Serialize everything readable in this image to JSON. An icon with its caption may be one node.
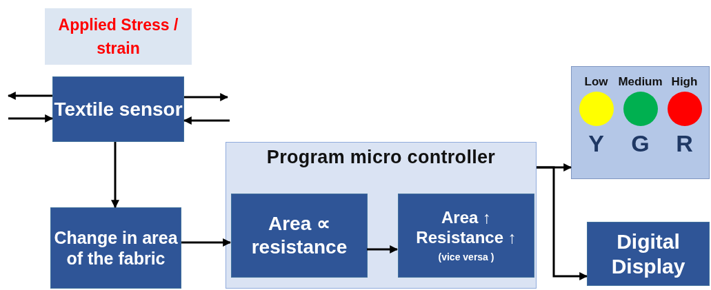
{
  "diagram": {
    "nodes": [
      {
        "text": [
          "Applied Stress / strain"
        ]
      },
      {
        "text": [
          "Textile sensor"
        ]
      },
      {
        "text": [
          "Change in area of the fabric"
        ]
      },
      {
        "text": [
          "Program micro controller"
        ]
      },
      {
        "text": [
          "Area ∝ resistance"
        ],
        "in": 3
      },
      {
        "text": [
          "Area ↑ Resistance ↑",
          "(vice versa )"
        ],
        "in": 3
      },
      {
        "text": [
          "Low",
          "Medium",
          "High",
          "Y",
          "G",
          "R"
        ]
      },
      {
        "text": [
          "Digital Display"
        ]
      }
    ],
    "edges": [
      {
        "from": 1,
        "to": null,
        "arrow": "to"
      },
      {
        "from": null,
        "to": 1,
        "arrow": "to"
      },
      {
        "from": 1,
        "to": null,
        "arrow": "to"
      },
      {
        "from": null,
        "to": 1,
        "arrow": "to"
      },
      {
        "from": 1,
        "to": 2,
        "arrow": "to"
      },
      {
        "from": 2,
        "to": 4,
        "arrow": "to"
      },
      {
        "from": 4,
        "to": 5,
        "arrow": "to"
      },
      {
        "from": 3,
        "to": 6,
        "arrow": "to"
      },
      {
        "from": 3,
        "to": 7,
        "arrow": "to"
      }
    ]
  }
}
